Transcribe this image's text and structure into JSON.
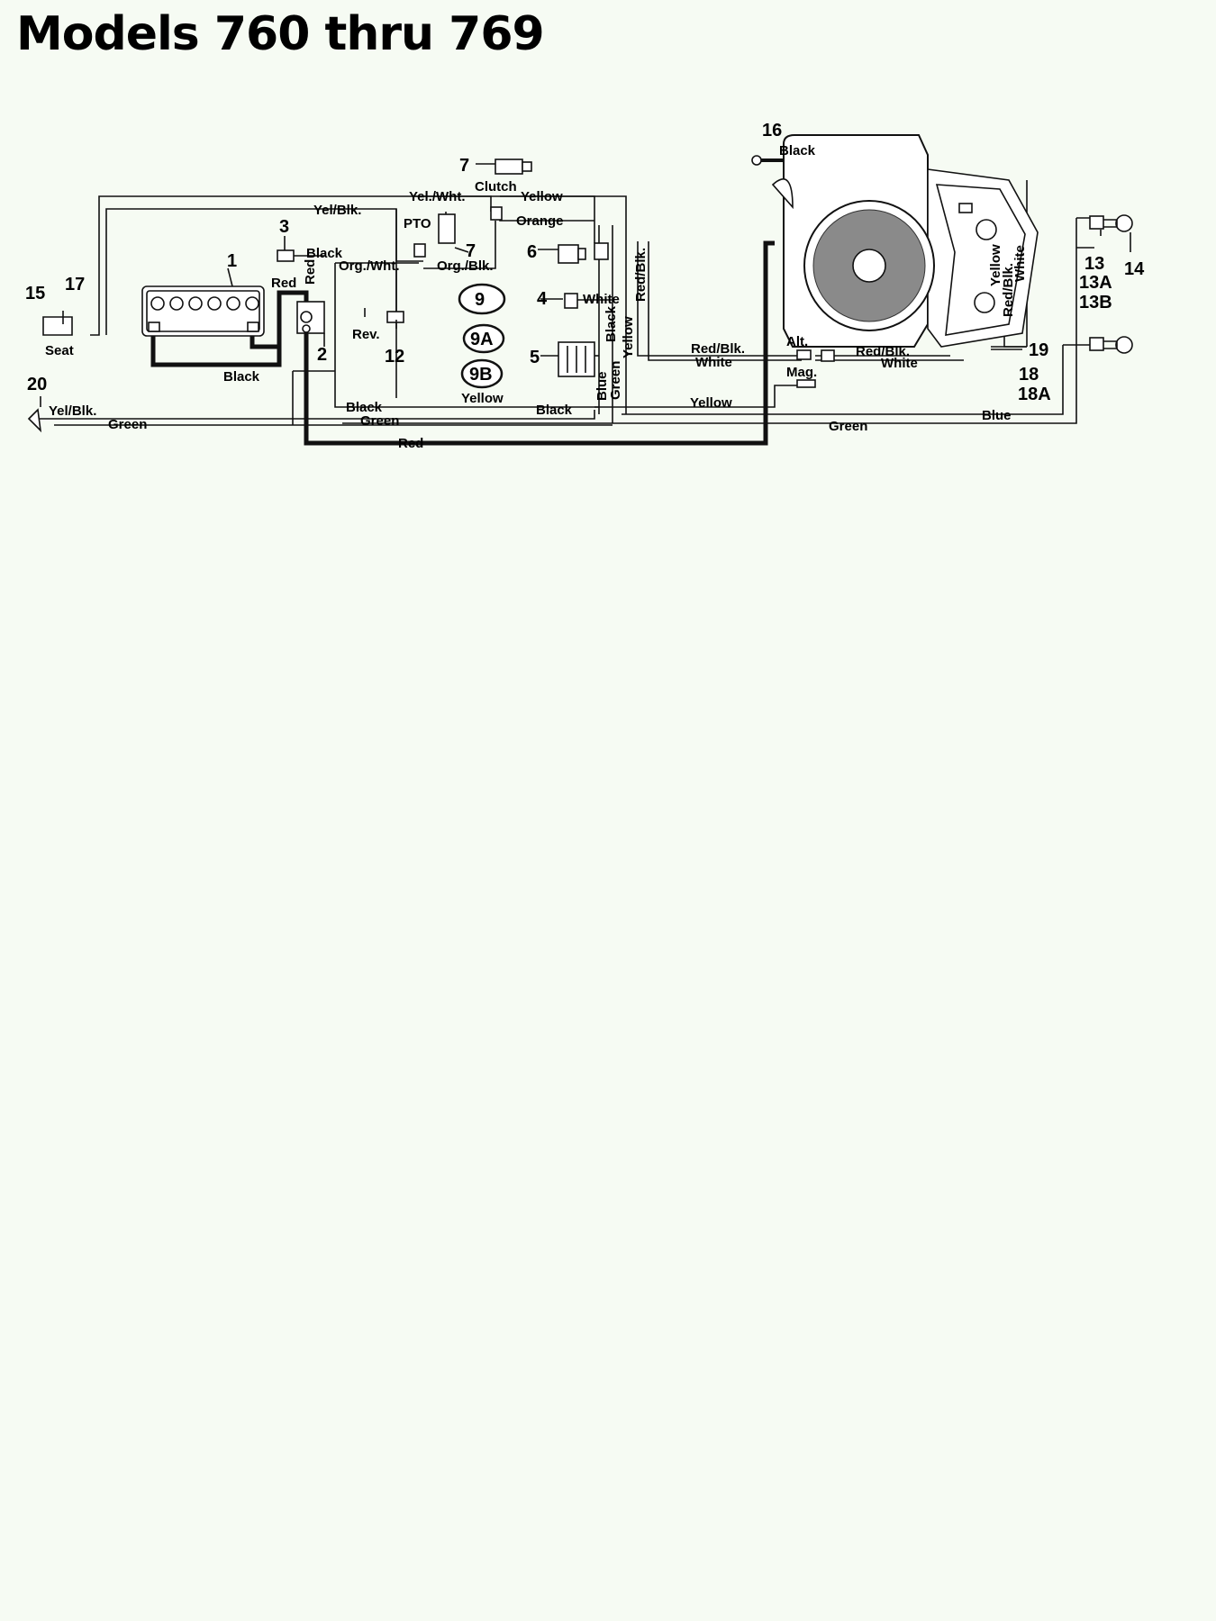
{
  "title": "Models 760 thru 769",
  "callouts": {
    "c1": "1",
    "c2": "2",
    "c3": "3",
    "c4": "4",
    "c5": "5",
    "c6": "6",
    "c7a": "7",
    "c7b": "7",
    "c9": "9",
    "c9a": "9A",
    "c9b": "9B",
    "c12": "12",
    "c13": "13",
    "c13a": "13A",
    "c13b": "13B",
    "c14": "14",
    "c15": "15",
    "c16": "16",
    "c17": "17",
    "c18": "18",
    "c18a": "18A",
    "c19": "19",
    "c20": "20"
  },
  "labels": {
    "seat": "Seat",
    "clutch": "Clutch",
    "pto": "PTO",
    "rev": "Rev.",
    "alt": "Alt.",
    "mag": "Mag."
  },
  "wires": {
    "yel_blk_top": "Yel/Blk.",
    "yel_wht": "Yel./Wht.",
    "yellow_clutch": "Yellow",
    "orange": "Orange",
    "black_3": "Black",
    "red_batt": "Red",
    "red_vert": "Red",
    "org_wht": "Org./Wht.",
    "org_blk": "Org./Blk.",
    "white_4": "White",
    "black_vert": "Black",
    "red_blk_vert": "Red/Blk.",
    "yellow_vert": "Yellow",
    "blue_vert": "Blue",
    "green_vert": "Green",
    "red_blk_alt": "Red/Blk.",
    "white_alt": "White",
    "red_blk_eng": "Red/Blk.",
    "white_eng": "White",
    "yellow_eng": "Yellow",
    "red_blk_eng_v": "Red/Blk.",
    "white_eng_v": "White",
    "black_16": "Black",
    "black_batt": "Black",
    "yel_blk_20": "Yel/Blk.",
    "green_20": "Green",
    "black_bottom": "Black",
    "green_bottom": "Green",
    "yellow_bottom": "Yellow",
    "black_bottom2": "Black",
    "yellow_mag": "Yellow",
    "green_right": "Green",
    "blue_right": "Blue",
    "red_bottom": "Red"
  }
}
